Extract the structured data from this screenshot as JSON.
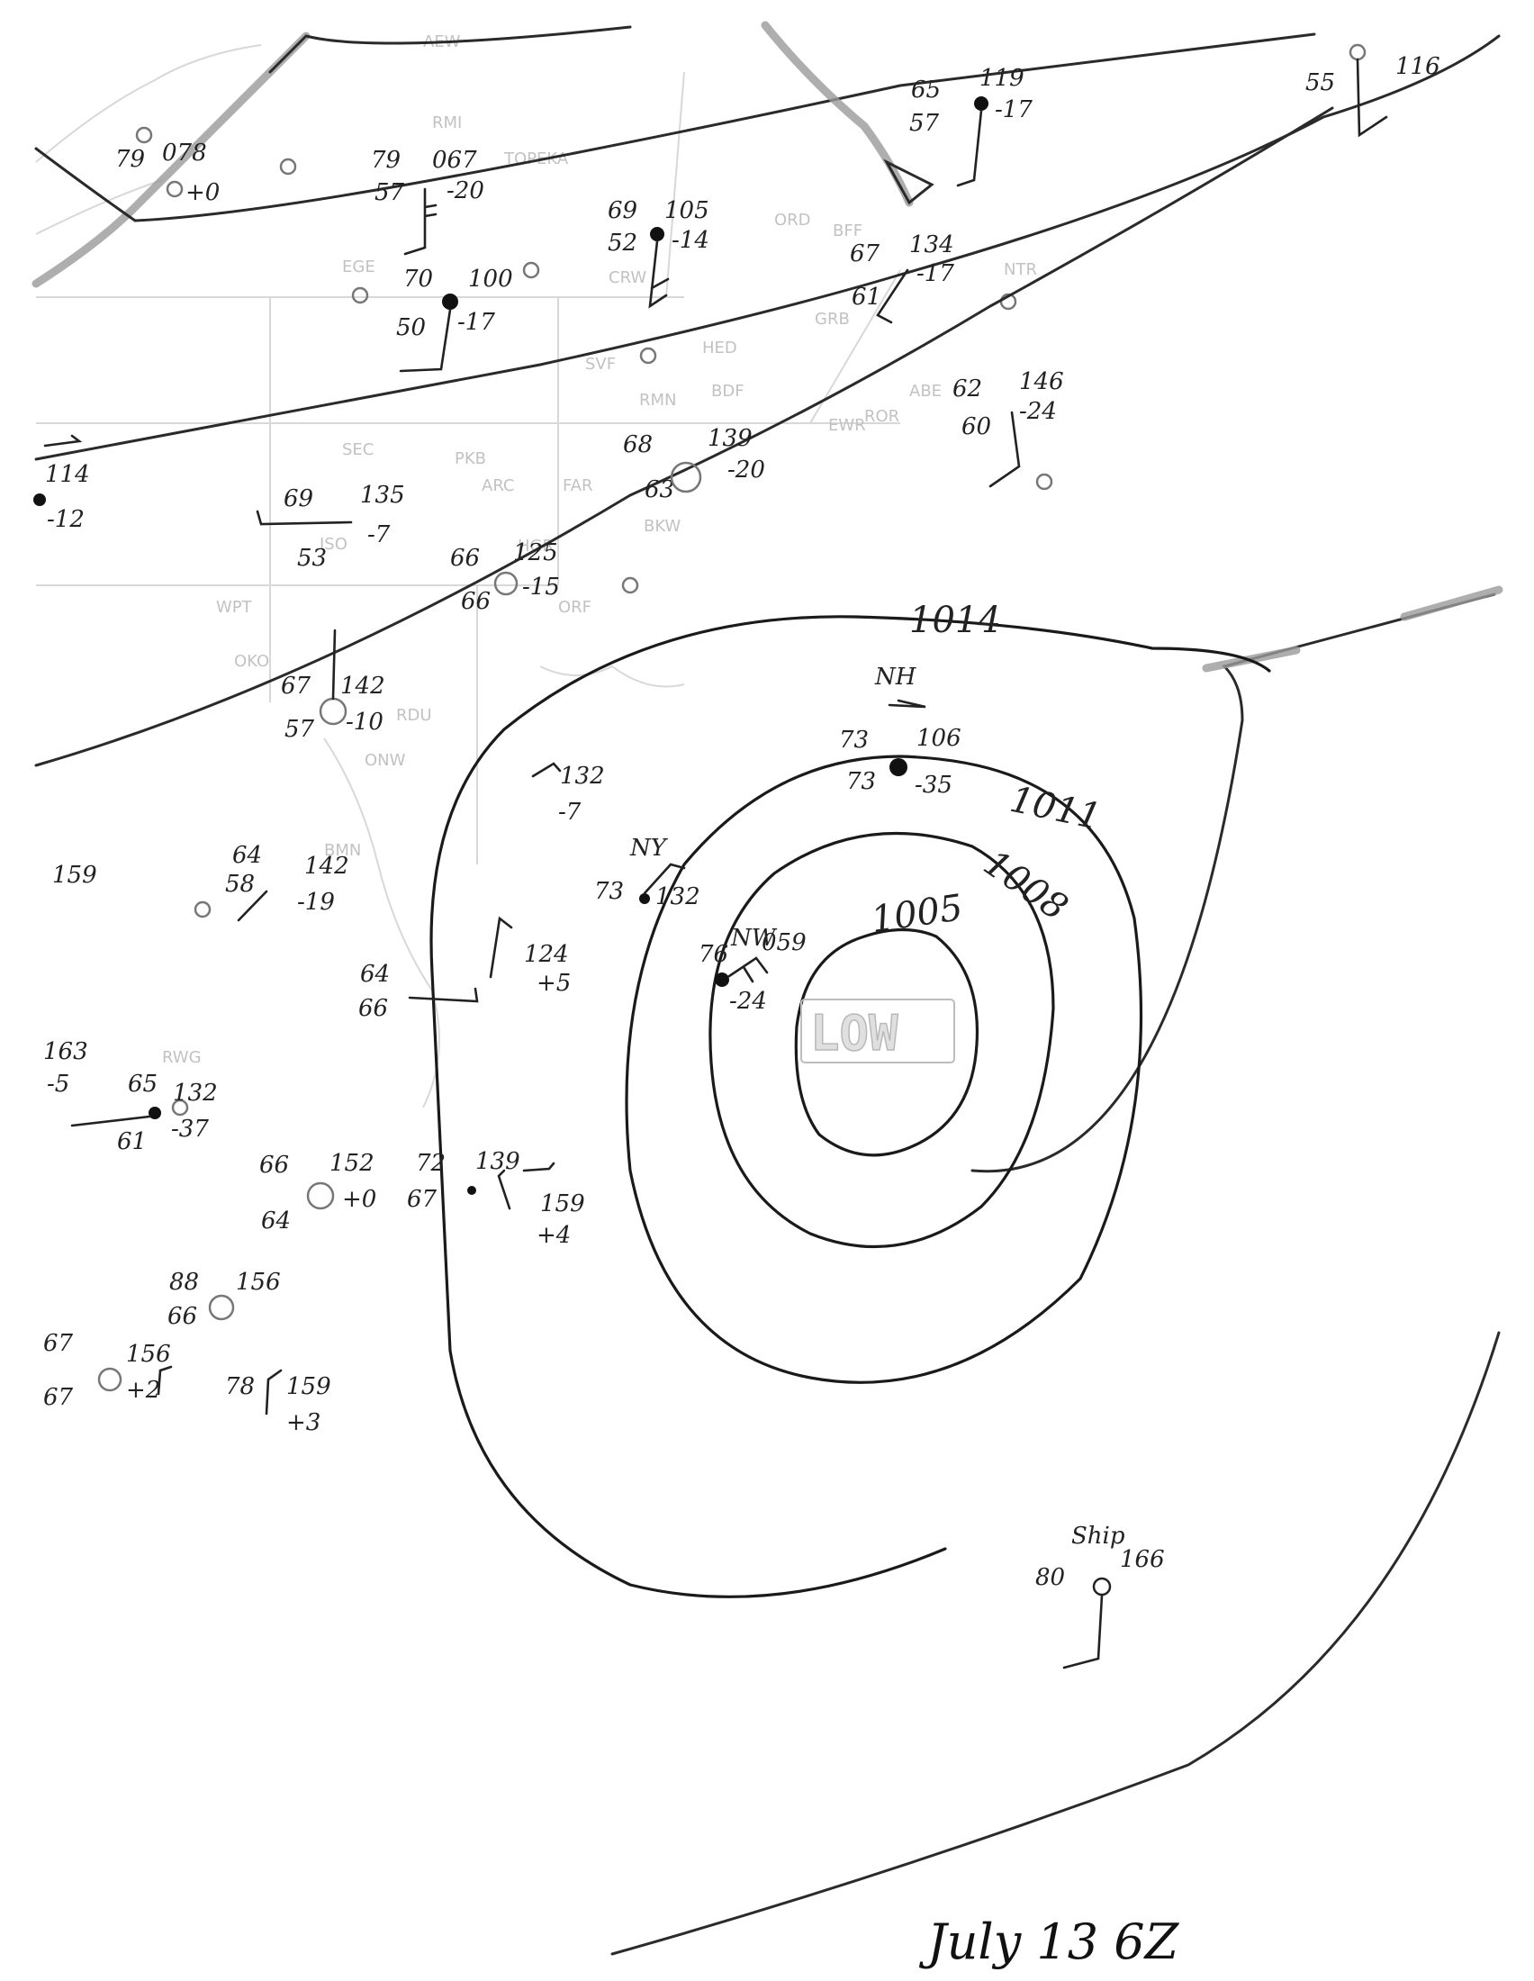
{
  "map": {
    "date_label": "July 13 6Z",
    "center_label": "LOW",
    "isobar_labels": {
      "i1014": "1014",
      "i1011": "1011",
      "i1008": "1008",
      "i1005": "1005"
    },
    "station_ids": {
      "nh": "NH",
      "ny": "NY",
      "nw": "NW",
      "ship": "Ship"
    },
    "observations": {
      "s1_temp": "79",
      "s1_pres": "078",
      "s1_tend": "+0",
      "s2_temp": "79",
      "s2_pres": "067",
      "s2_dew": "57",
      "s2_tend": "-20",
      "s3_temp": "69",
      "s3_pres": "105",
      "s3_dew": "52",
      "s3_tend": "-14",
      "s4_temp": "65",
      "s4_pres": "119",
      "s4_dew": "57",
      "s4_tend": "-17",
      "s5_temp": "70",
      "s5_pres": "100",
      "s5_dew": "50",
      "s5_tend": "-17",
      "s6_temp": "67",
      "s6_pres": "134",
      "s6_dew": "61",
      "s6_tend": "-17",
      "s7_temp": "62",
      "s7_pres": "146",
      "s7_dew": "60",
      "s7_tend": "-24",
      "s8_pres": "114",
      "s8_tend": "-12",
      "s9_temp": "69",
      "s9_pres": "135",
      "s9_dew": "53",
      "s9_tend": "-7",
      "s10_temp": "68",
      "s10_pres": "139",
      "s10_dew": "63",
      "s10_tend": "-20",
      "s11_temp": "66",
      "s11_pres": "125",
      "s11_dew": "66",
      "s11_tend": "-15",
      "s12_temp": "67",
      "s12_pres": "142",
      "s12_dew": "57",
      "s12_tend": "-10",
      "s13_pres": "132",
      "s13_tend": "-7",
      "s14_temp": "73",
      "s14_pres": "106",
      "s14_dew": "73",
      "s14_tend": "-35",
      "s15_temp": "73",
      "s15_pres": "132",
      "s16_temp": "76",
      "s16_pres": "059",
      "s16_tend": "-24",
      "s17_temp": "64",
      "s17_pres": "142",
      "s17_dew": "58",
      "s17_tend": "-19",
      "s18_pres": "159",
      "s19_pres": "124",
      "s19_tend": "+5",
      "s20_temp": "64",
      "s20_dew": "66",
      "s21_pres": "163",
      "s21_tend": "-5",
      "s22_temp": "65",
      "s22_pres": "132",
      "s22_dew": "61",
      "s22_tend": "-37",
      "s23_temp": "66",
      "s23_pres": "152",
      "s23_dew": "64",
      "s23_tend": "+0",
      "s24_temp": "72",
      "s24_pres": "139",
      "s24_dew": "67",
      "s25_pres": "159",
      "s25_tend": "+4",
      "s26_temp": "88",
      "s26_pres": "156",
      "s26_dew": "66",
      "s27_temp": "67",
      "s27_pres": "156",
      "s27_dew": "67",
      "s27_tend": "+2",
      "s28_temp": "78",
      "s28_pres": "159",
      "s28_tend": "+3",
      "s29_temp": "55",
      "s29_pres": "116",
      "s30_temp": "80",
      "s30_pres": "166"
    },
    "base_map_labels": [
      "AEW",
      "RMI",
      "TOPEKA",
      "ORD",
      "BFF",
      "CRW",
      "EGE",
      "GRB",
      "HED",
      "SVF",
      "RMN",
      "BDF",
      "ABE",
      "SEC",
      "PKB",
      "EWR",
      "HGR",
      "ARC",
      "FAR",
      "BKW",
      "ISO",
      "ORF",
      "WPT",
      "RDU",
      "NTR",
      "ROR",
      "OKO",
      "ONW",
      "BMN",
      "RWG"
    ]
  }
}
